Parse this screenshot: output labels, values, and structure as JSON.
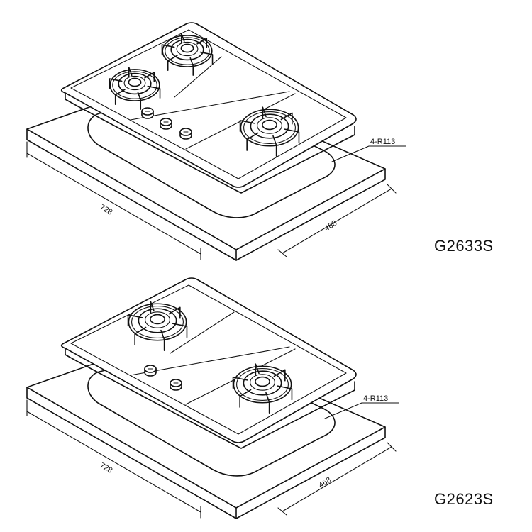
{
  "models": [
    {
      "name": "G2633S",
      "dims": {
        "length": "728",
        "width": "468",
        "corner": "4-R113"
      },
      "burners": 3,
      "knobs": 3
    },
    {
      "name": "G2623S",
      "dims": {
        "length": "728",
        "width": "468",
        "corner": "4-R113"
      },
      "burners": 2,
      "knobs": 2
    }
  ]
}
